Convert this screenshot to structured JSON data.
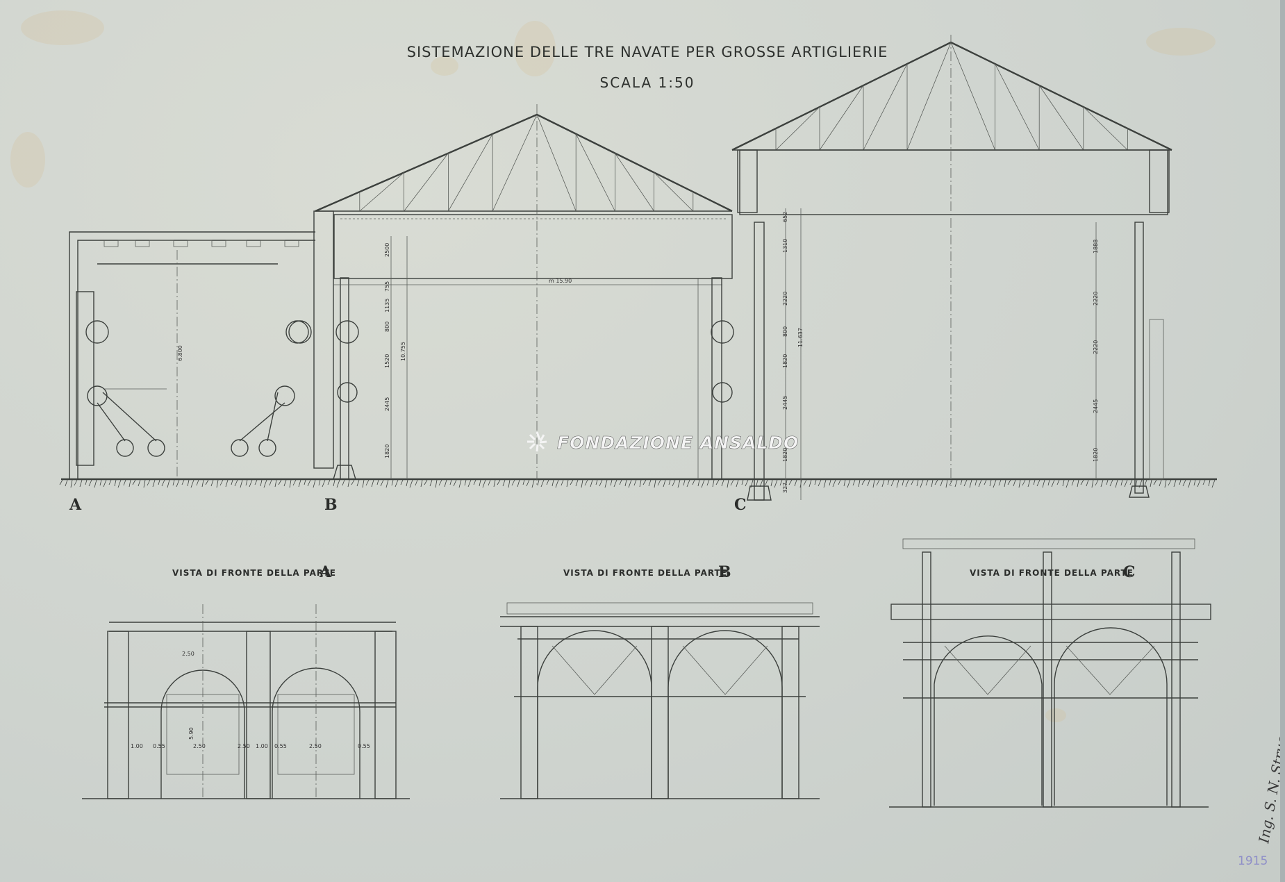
{
  "drawing": {
    "title": "SISTEMAZIONE DELLE TRE NAVATE PER GROSSE ARTIGLIERIE",
    "scale": "SCALA 1:50"
  },
  "watermark": "FONDAZIONE ANSALDO",
  "section_labels": [
    "A",
    "B",
    "C"
  ],
  "front_views": [
    {
      "title": "VISTA DI FRONTE DELLA PARTE",
      "letter": "A"
    },
    {
      "title": "VISTA DI FRONTE DELLA PARTE",
      "letter": "B"
    },
    {
      "title": "VISTA DI FRONTE DELLA PARTE",
      "letter": "C"
    }
  ],
  "dimensions": {
    "span": "m 15.90",
    "column_b": [
      "2500",
      "755",
      "1135",
      "800",
      "1520",
      "2445",
      "1820"
    ],
    "column_b_total": "10.755",
    "column_c": [
      "652",
      "1310",
      "2220",
      "800",
      "1820",
      "2445",
      "1820",
      "327"
    ],
    "column_c_total": "11.637",
    "part_a_height": "6.800",
    "right_wall": [
      "1888",
      "2220",
      "2220",
      "2445",
      "1820"
    ],
    "front_a": [
      "2.50",
      "5.90",
      "1.00",
      "0.55",
      "2.50",
      "2.50",
      "1.00",
      "0.55",
      "2.50",
      "0.55"
    ]
  },
  "signature": "Ing. S. N. Strucco",
  "stamp": "1915"
}
